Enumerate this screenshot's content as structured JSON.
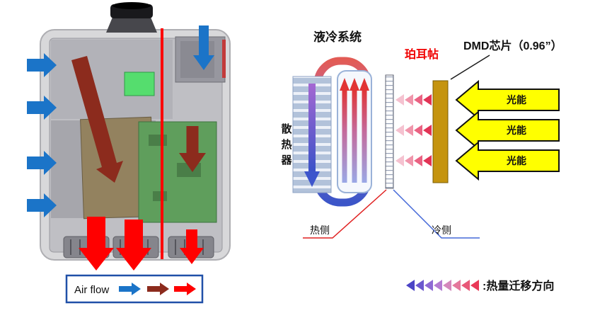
{
  "projector": {
    "legend_label": "Air flow",
    "colors": {
      "intake_arrow": "#1B74C8",
      "internal_arrow": "#8C2B1D",
      "exhaust_arrow": "#FF0000",
      "divider_line": "#FF0000"
    }
  },
  "cooling": {
    "title": "液冷系统",
    "peltier_label": "珀耳帖",
    "dmd_label": "DMD芯片（0.96”）",
    "heatsink_label": "散热器",
    "hot_side": "热侧",
    "cold_side": "冷侧",
    "light_labels": [
      "光能",
      "光能",
      "光能"
    ],
    "heat_legend": ":热量迁移方向",
    "colors": {
      "light_arrow": "#FFFF00",
      "dmd_bar": "#C5940F",
      "hot_red": "#E02020",
      "cold_blue": "#4468D8"
    }
  }
}
